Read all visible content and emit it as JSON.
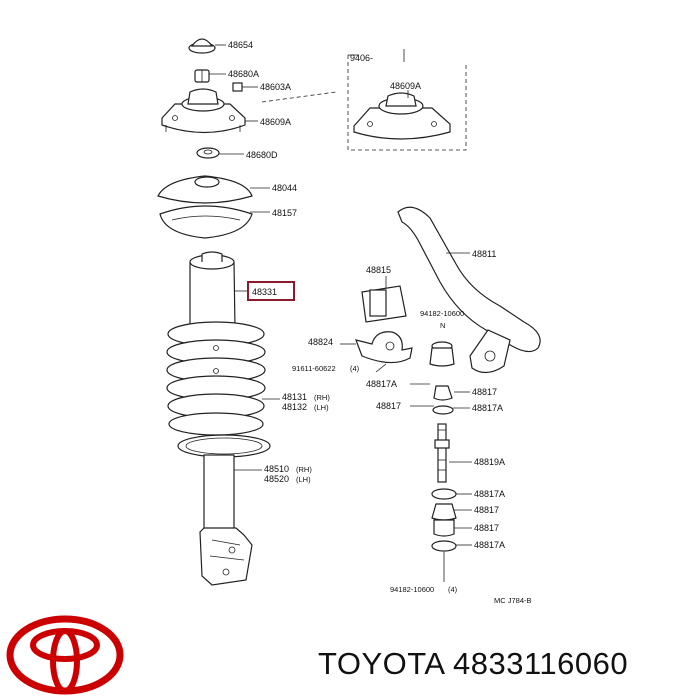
{
  "diagram": {
    "bracket_label": "9406-",
    "labels": {
      "48654": "48654",
      "48680A": "48680A",
      "48603A": "48603A",
      "48609A_left": "48609A",
      "48609A_box": "48609A",
      "48680D": "48680D",
      "48044": "48044",
      "48157": "48157",
      "48331": "48331",
      "48131": "48131",
      "48131_side": "(RH)",
      "48132": "48132",
      "48132_side": "(LH)",
      "48510": "48510",
      "48510_side": "(RH)",
      "48520": "48520",
      "48520_side": "(LH)",
      "48811": "48811",
      "48815": "48815",
      "bolt_top": "94182-10600",
      "bolt_top_marker": "N",
      "48824": "48824",
      "bolt_left": "91611-60622",
      "bolt_left_qty": "(4)",
      "48817A_a": "48817A",
      "48817_a": "48817",
      "48817_b": "48817",
      "48817A_b": "48817A",
      "48819A": "48819A",
      "48817A_c": "48817A",
      "48817_c": "48817",
      "48817_d": "48817",
      "48817A_d": "48817A",
      "bolt_bottom": "94182-10600",
      "bolt_bottom_qty": "(4)",
      "diagram_code": "MC J784-B"
    }
  },
  "highlight_color": "#8b1a2b",
  "footer": {
    "logo": "toyota-logo",
    "brand_color": "#cc0000",
    "text": "TOYOTA 4833116060"
  }
}
